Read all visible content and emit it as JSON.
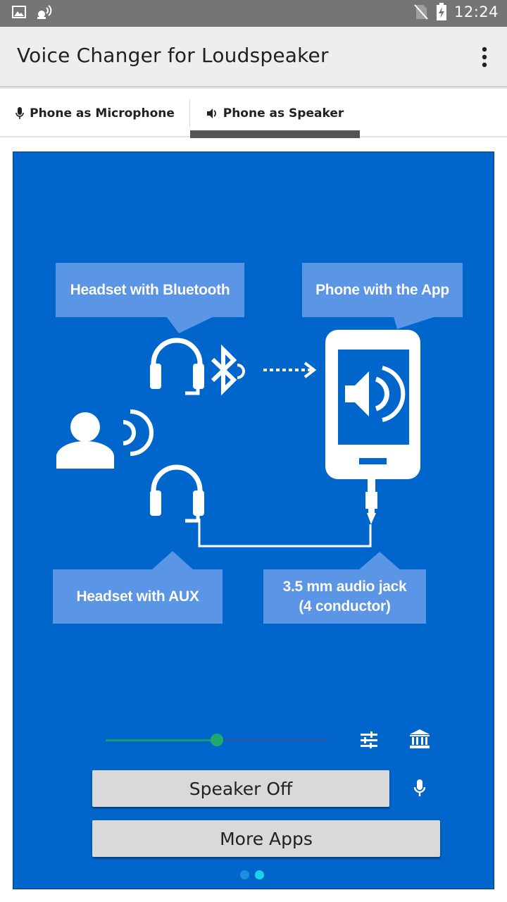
{
  "status_bar": {
    "time": "12:24",
    "icons": [
      "image-icon",
      "cast-icon",
      "no-sim-icon",
      "battery-charging-icon"
    ]
  },
  "app_bar": {
    "title": "Voice Changer for Loudspeaker",
    "menu_icon": "more-vert-icon"
  },
  "tabs": [
    {
      "label": "Phone as Microphone",
      "icon": "microphone-icon",
      "selected": false
    },
    {
      "label": "Phone as Speaker",
      "icon": "speaker-icon",
      "selected": true
    }
  ],
  "diagram": {
    "callouts": {
      "headset_bluetooth": "Headset with Bluetooth",
      "phone_app": "Phone with the App",
      "headset_aux": "Headset  with AUX",
      "audio_jack_line1": "3.5 mm audio jack",
      "audio_jack_line2": "(4 conductor)"
    },
    "icons": [
      "headset-icon",
      "bluetooth-icon",
      "phone-speaker-icon",
      "person-speaking-icon",
      "headset-aux-icon",
      "audio-jack-icon"
    ]
  },
  "controls": {
    "volume_level": 0.5,
    "equalizer_icon": "tune-icon",
    "library_icon": "bank-icon",
    "mic_icon": "microphone-icon",
    "speaker_button": "Speaker Off",
    "more_apps_button": "More Apps"
  },
  "pager": {
    "count": 2,
    "active": 1
  },
  "colors": {
    "panel_blue": "#0066cc",
    "callout_blue": "#5b95e6",
    "status_bar": "#757575",
    "app_bar": "#eeeeee",
    "slider_green": "#1fa971",
    "dot_active": "#19d3f0",
    "dot_inactive": "#1b8fe0"
  }
}
